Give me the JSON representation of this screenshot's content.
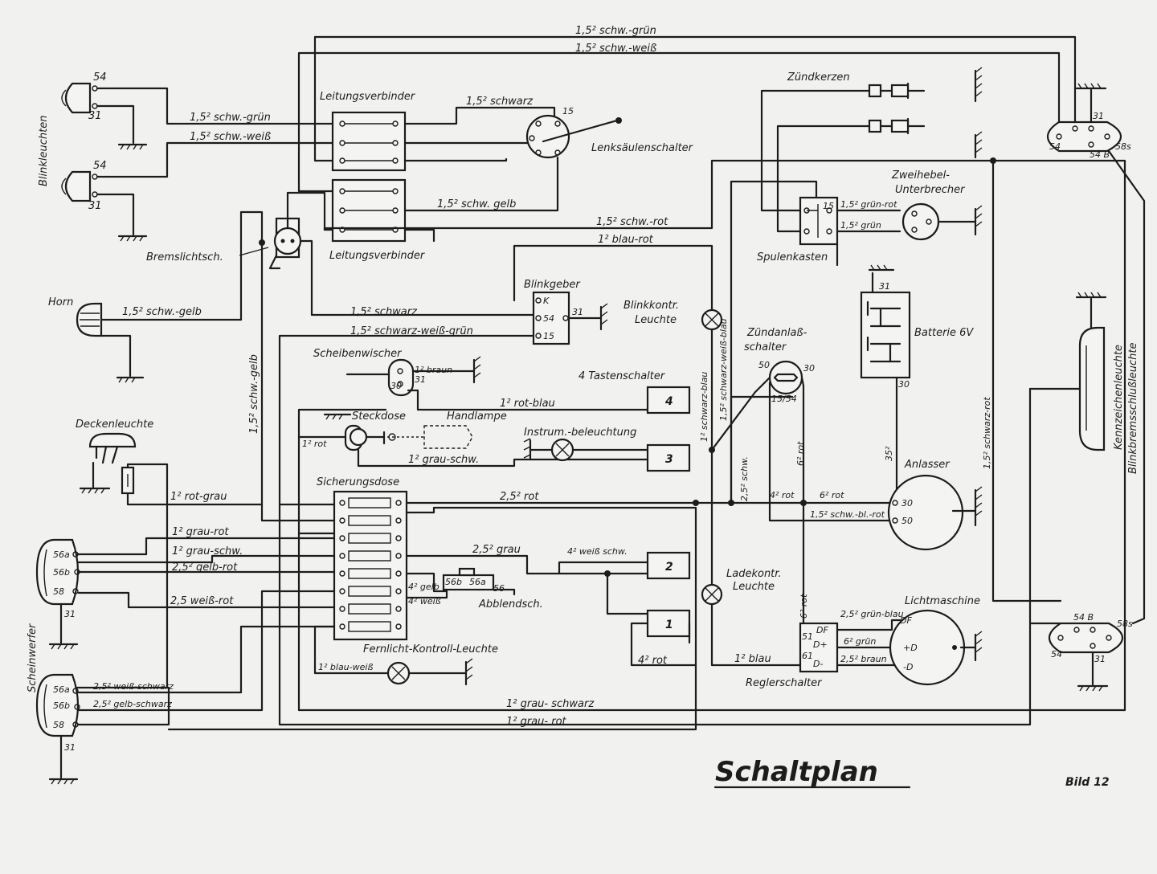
{
  "diagram": {
    "title": "Schaltplan",
    "figure": "Bild 12",
    "components": {
      "blinkleuchten": "Blinkleuchten",
      "leitungsverbinder_top": "Leitungsverbinder",
      "leitungsverbinder_bottom": "Leitungsverbinder",
      "lenksaeulenschalter": "Lenksäulenschalter",
      "bremslichtsch": "Bremslichtsch.",
      "horn": "Horn",
      "zuendkerzen": "Zündkerzen",
      "zweihebel": "Zweihebel-",
      "unterbrecher": "Unterbrecher",
      "spulenkasten": "Spulenkasten",
      "blinkgeber": "Blinkgeber",
      "blinkkontr": "Blinkkontr.",
      "blinkkontr_leuchte": "Leuchte",
      "batterie": "Batterie 6V",
      "zuendanlass": "Zündanlaß-",
      "zuendanlass2": "schalter",
      "scheibenwischer": "Scheibenwischer",
      "tastenschalter": "4 Tastenschalter",
      "deckenleuchte": "Deckenleuchte",
      "steckdose": "Steckdose",
      "handlampe": "Handlampe",
      "instrum": "Instrum.-beleuchtung",
      "sicherungsdose": "Sicherungsdose",
      "anlasser": "Anlasser",
      "kennzeichen": "Kennzeichenleuchte",
      "blinkbremsschluss": "Blinkbremsschlußleuchte",
      "scheinwerfer": "Scheinwerfer",
      "abblendsch": "Abblendsch.",
      "fernlicht": "Fernlicht-Kontroll-Leuchte",
      "ladekontr": "Ladekontr.",
      "ladekontr_leuchte": "Leuchte",
      "lichtmaschine": "Lichtmaschine",
      "reglerschalter": "Reglerschalter"
    },
    "wires": {
      "w1": "1,5² schw.-grün",
      "w2": "1,5² schw.-weiß",
      "w3": "1,5² schw.-grün",
      "w4": "1,5² schw.-weiß",
      "w5": "1,5² schwarz",
      "w6": "1,5² schw. gelb",
      "w7": "1,5² schw.-rot",
      "w8": "1² blau-rot",
      "w9": "1,5² schw.-gelb",
      "w10": "1,5² schwarz",
      "w11": "1,5² schwarz-weiß-grün",
      "w12": "1,5² schw.-gelb",
      "w13": "1,5² grün-rot",
      "w14": "1,5² grün",
      "w15": "1² braun",
      "w16": "1² rot-blau",
      "w17": "1² rot",
      "w18": "1² grau-schw.",
      "w19": "1² rot-grau",
      "w20": "2,5² rot",
      "w21": "1² grau-rot",
      "w22": "1² grau-schw.",
      "w23": "2,5² gelb-rot",
      "w24": "2,5 weiß-rot",
      "w25": "2,5² grau",
      "w26": "4² weiß schw.",
      "w27": "4² gelb",
      "w28": "4² weiß",
      "w29": "4² rot",
      "w30": "1² blau-weiß",
      "w31": "2,5² weiß-schwarz",
      "w32": "2,5² gelb-schwarz",
      "w33": "1² grau- schwarz",
      "w34": "1² grau- rot",
      "w35": "1² schwarz-blau",
      "w36": "1,5² schwarz-weiß-blau",
      "w37": "2,5² schw.",
      "w38": "6² rot",
      "w39": "4² rot",
      "w40": "6² rot",
      "w41": "1,5² schw.-bl.-rot",
      "w42": "35²",
      "w43": "1,5² schwarz-rot",
      "w44": "6² rot",
      "w45": "2,5² grün-blau",
      "w46": "6² grün",
      "w47": "2,5² braun",
      "w48": "1² blau"
    },
    "terminals": {
      "t54a": "54",
      "t31a": "31",
      "t54b": "54",
      "t31b": "31",
      "t31c": "31",
      "t54c": "54",
      "t54bc": "54 B",
      "t58sc": "58s",
      "t54bd": "54 B",
      "t58sd": "58s",
      "t54d": "54",
      "t31d": "31",
      "t15": "15",
      "tK": "K",
      "t54g": "54",
      "t15g": "15",
      "t31g": "31",
      "t30s": "30",
      "t31s": "31",
      "t50": "50",
      "t30z": "30",
      "t1554": "15/54",
      "t31bat": "31",
      "t30bat": "30",
      "t30an": "30",
      "t50an": "50",
      "t56a": "56a",
      "t56b": "56b",
      "t58": "58",
      "t31hl": "31",
      "t56a2": "56a",
      "t56b2": "56b",
      "t582": "58",
      "t31hl2": "31",
      "tsw56b": "56b",
      "tsw56a": "56a",
      "tsw56": "56",
      "tDF": "DF",
      "tDplus": "D+",
      "t61": "61",
      "tDminus": "D-",
      "t51": "51",
      "tDF2": "DF",
      "tDplus2": "+D",
      "tDminus2": "-D",
      "k4": "4",
      "k3": "3",
      "k2": "2",
      "k1": "1"
    }
  }
}
